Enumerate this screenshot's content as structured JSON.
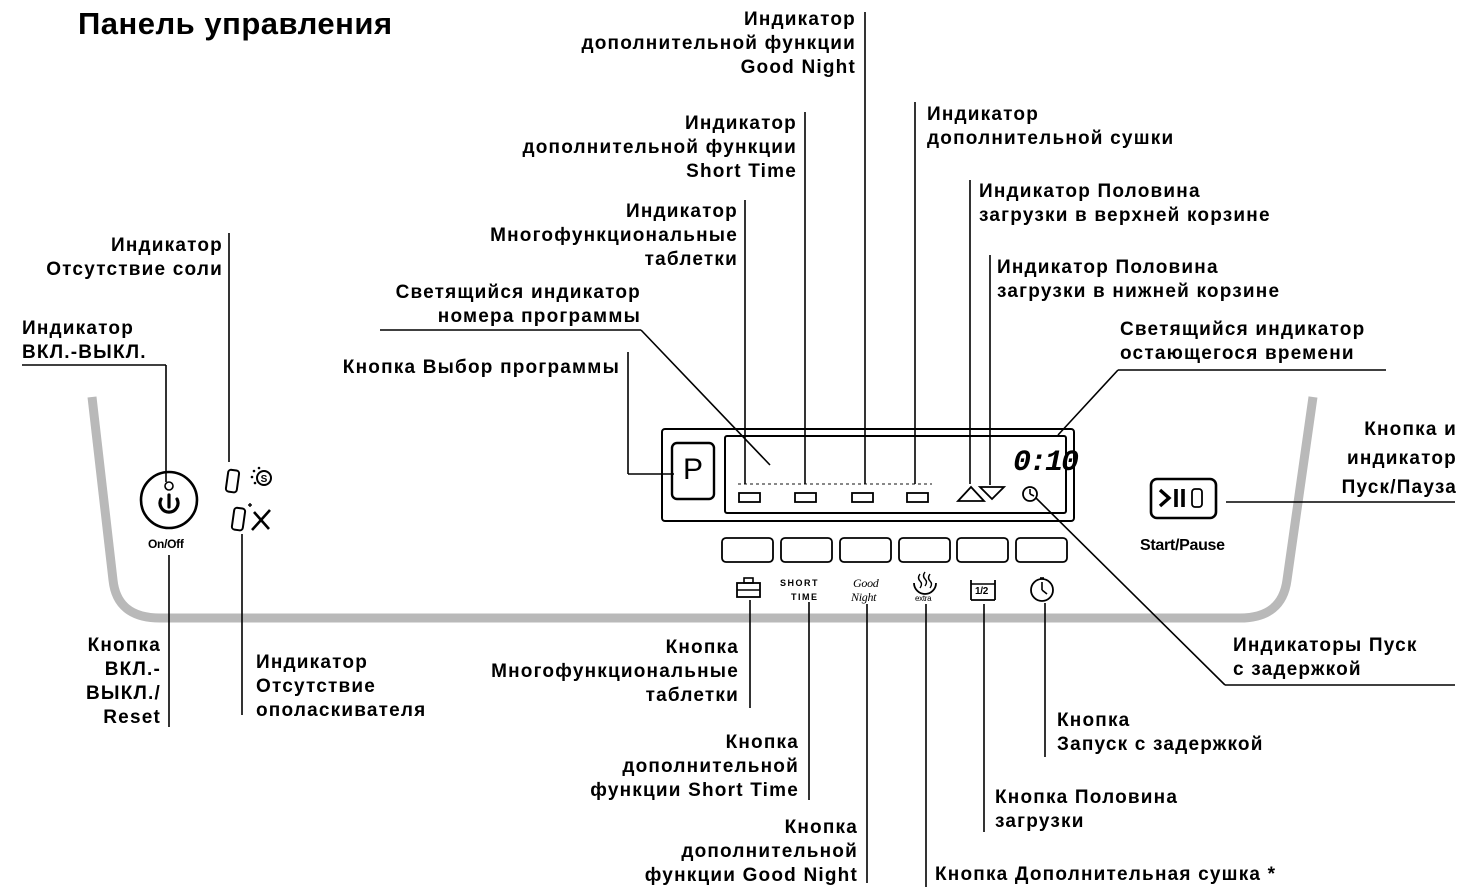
{
  "title": "Панель управления",
  "labels": {
    "good_night_indicator": [
      "Индикатор",
      "дополнительной функции",
      "Good Night"
    ],
    "short_time_indicator": [
      "Индикатор",
      "дополнительной функции",
      "Short Time"
    ],
    "extra_dry_indicator": [
      "Индикатор",
      "дополнительной сушки"
    ],
    "half_load_upper": [
      "Индикатор Половина",
      "загрузки в верхней корзине"
    ],
    "half_load_lower": [
      "Индикатор Половина",
      "загрузки в нижней корзине"
    ],
    "multi_tab_indicator": [
      "Индикатор",
      "Многофункциональные",
      "таблетки"
    ],
    "salt_indicator": [
      "Индикатор",
      "Отсутствие соли"
    ],
    "program_number_indicator": [
      "Светящийся индикатор",
      "номера программы"
    ],
    "power_indicator": [
      "Индикатор",
      "ВКЛ.-ВЫКЛ."
    ],
    "program_button": [
      "Кнопка Выбор программы"
    ],
    "remaining_time_indicator": [
      "Светящийся индикатор",
      "остающегося времени"
    ],
    "start_pause": [
      "Кнопка и",
      "индикатор",
      "Пуск/Пауза"
    ],
    "delay_indicators": [
      "Индикаторы Пуск",
      "с задержкой"
    ],
    "power_button": [
      "Кнопка",
      "ВКЛ.-",
      "ВЫКЛ./",
      "Reset"
    ],
    "rinse_aid_indicator": [
      "Индикатор",
      "Отсутствие",
      "ополаскивателя"
    ],
    "multi_tab_button": [
      "Кнопка",
      "Многофункциональные",
      "таблетки"
    ],
    "delay_button": [
      "Кнопка",
      "Запуск с задержкой"
    ],
    "short_time_button": [
      "Кнопка",
      "дополнительной",
      "функции Short Time"
    ],
    "half_load_button": [
      "Кнопка Половина",
      "загрузки"
    ],
    "good_night_button": [
      "Кнопка",
      "дополнительной",
      "функции Good Night"
    ],
    "extra_dry_button": [
      "Кнопка Дополнительная сушка *"
    ]
  },
  "panel": {
    "on_off_caption": "On/Off",
    "start_pause_caption": "Start/Pause",
    "program_key": "P",
    "time_display": "0:10",
    "short_time_logo_top": "SHORT",
    "short_time_logo_bottom": "TIME",
    "good_night_logo_top": "Good",
    "good_night_logo_bottom": "Night",
    "extra_caption": "extra",
    "half_caption": "1/2"
  },
  "icons": [
    "power-icon",
    "salt-icon",
    "rinse-aid-icon",
    "multi-tab-icon",
    "short-time-icon",
    "good-night-icon",
    "extra-dry-icon",
    "half-load-icon",
    "delay-icon",
    "start-pause-icon",
    "half-load-upper-triangle-icon",
    "half-load-lower-triangle-icon"
  ]
}
